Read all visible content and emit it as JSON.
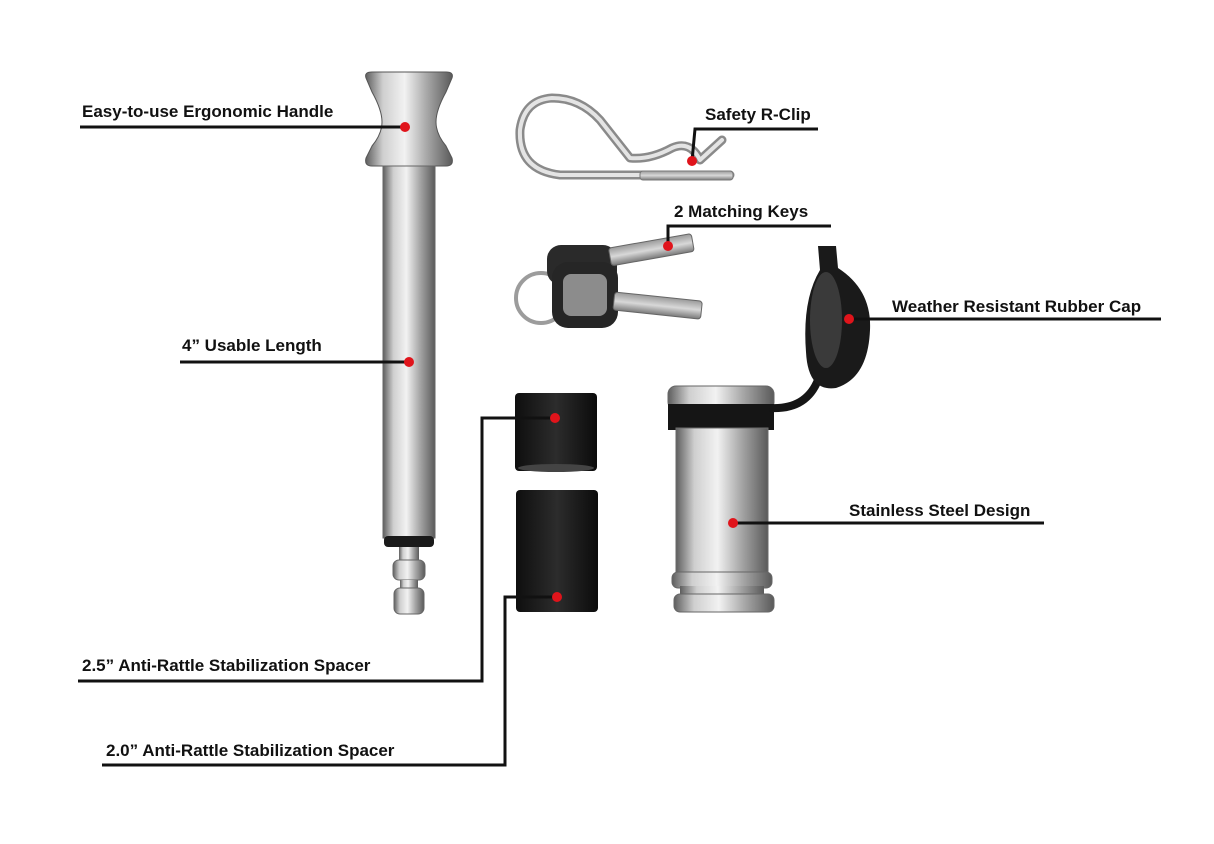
{
  "labels": {
    "handle": "Easy-to-use Ergonomic Handle",
    "length": "4” Usable Length",
    "spacer_25": "2.5” Anti-Rattle Stabilization Spacer",
    "spacer_20": "2.0” Anti-Rattle Stabilization Spacer",
    "r_clip": "Safety R-Clip",
    "keys": "2 Matching Keys",
    "rubber_cap": "Weather Resistant Rubber Cap",
    "steel": "Stainless Steel Design"
  },
  "colors": {
    "callout_dot": "#e0141b",
    "leader_line": "#111111",
    "steel_light": "#e8e8e8",
    "steel_dark": "#6f6f6f",
    "rubber": "#1c1c1c"
  }
}
